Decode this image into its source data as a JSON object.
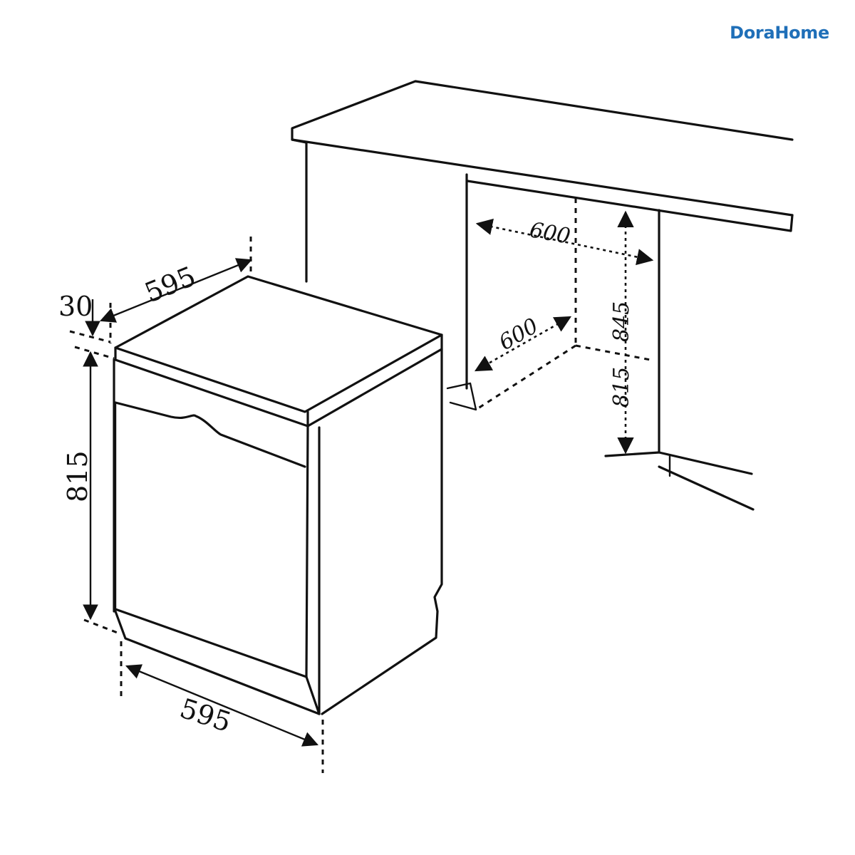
{
  "brand": {
    "logo_text": "DoraHome",
    "color": "#1f6fb8"
  },
  "dimensions": {
    "appliance_width": "595",
    "appliance_depth": "595",
    "appliance_height": "815",
    "worktop_gap": "30",
    "niche_width": "600",
    "niche_depth": "600",
    "niche_height_max": "845",
    "niche_height_min": "815"
  }
}
